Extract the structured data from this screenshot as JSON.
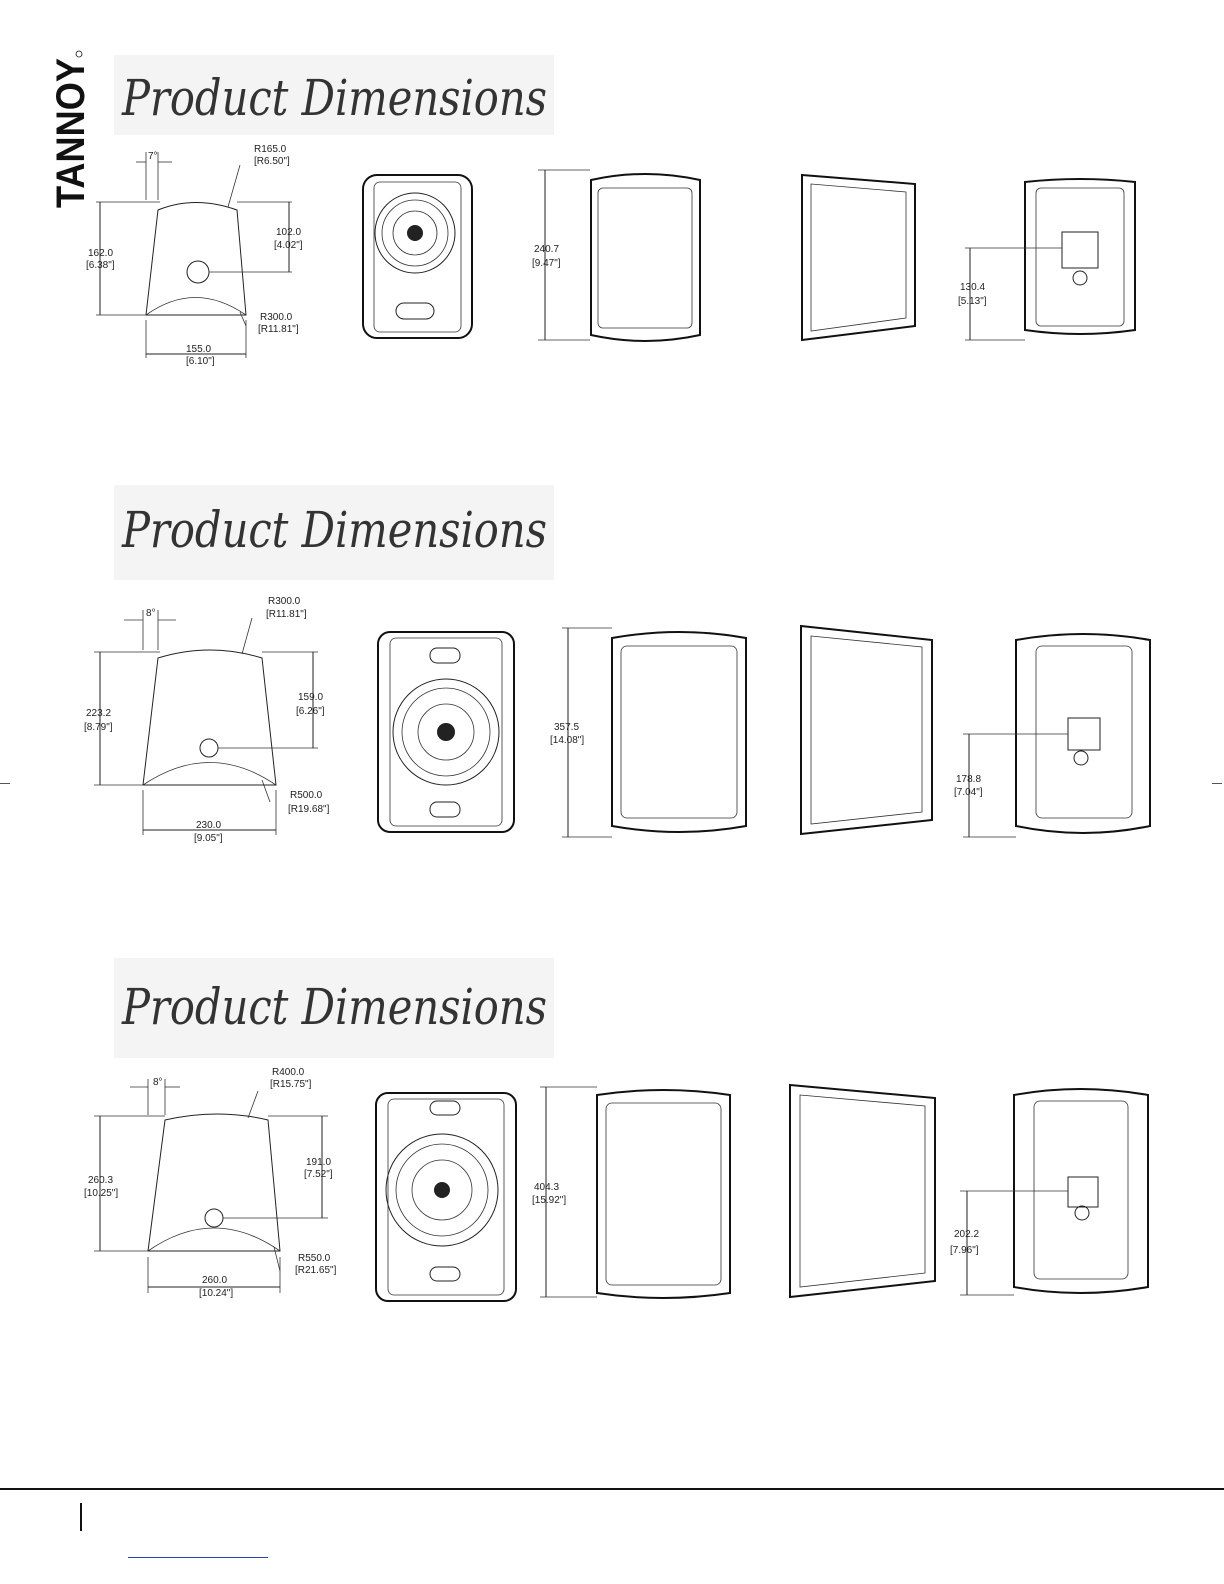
{
  "brand": {
    "logo_text": "TANNOY"
  },
  "heading_text": "Product Dimensions",
  "models": [
    {
      "angle": "7°",
      "top_radius": {
        "mm": "R165.0",
        "in": "[R6.50\"]"
      },
      "total_depth": {
        "mm": "162.0",
        "in": "[6.38\"]"
      },
      "upper_depth": {
        "mm": "102.0",
        "in": "[4.02\"]"
      },
      "bottom_radius": {
        "mm": "R300.0",
        "in": "[R11.81\"]"
      },
      "width": {
        "mm": "155.0",
        "in": "[6.10\"]"
      },
      "height": {
        "mm": "240.7",
        "in": "[9.47\"]"
      },
      "mount_height": {
        "mm": "130.4",
        "in": "[5.13\"]"
      }
    },
    {
      "angle": "8°",
      "top_radius": {
        "mm": "R300.0",
        "in": "[R11.81\"]"
      },
      "total_depth": {
        "mm": "223.2",
        "in": "[8.79\"]"
      },
      "upper_depth": {
        "mm": "159.0",
        "in": "[6.26\"]"
      },
      "bottom_radius": {
        "mm": "R500.0",
        "in": "[R19.68\"]"
      },
      "width": {
        "mm": "230.0",
        "in": "[9.05\"]"
      },
      "height": {
        "mm": "357.5",
        "in": "[14.08\"]"
      },
      "mount_height": {
        "mm": "178.8",
        "in": "[7.04\"]"
      }
    },
    {
      "angle": "8°",
      "top_radius": {
        "mm": "R400.0",
        "in": "[R15.75\"]"
      },
      "total_depth": {
        "mm": "260.3",
        "in": "[10.25\"]"
      },
      "upper_depth": {
        "mm": "191.0",
        "in": "[7.52\"]"
      },
      "bottom_radius": {
        "mm": "R550.0",
        "in": "[R21.65\"]"
      },
      "width": {
        "mm": "260.0",
        "in": "[10.24\"]"
      },
      "height": {
        "mm": "404.3",
        "in": "[15.92\"]"
      },
      "mount_height": {
        "mm": "202.2",
        "in": "[7.96\"]"
      }
    }
  ]
}
